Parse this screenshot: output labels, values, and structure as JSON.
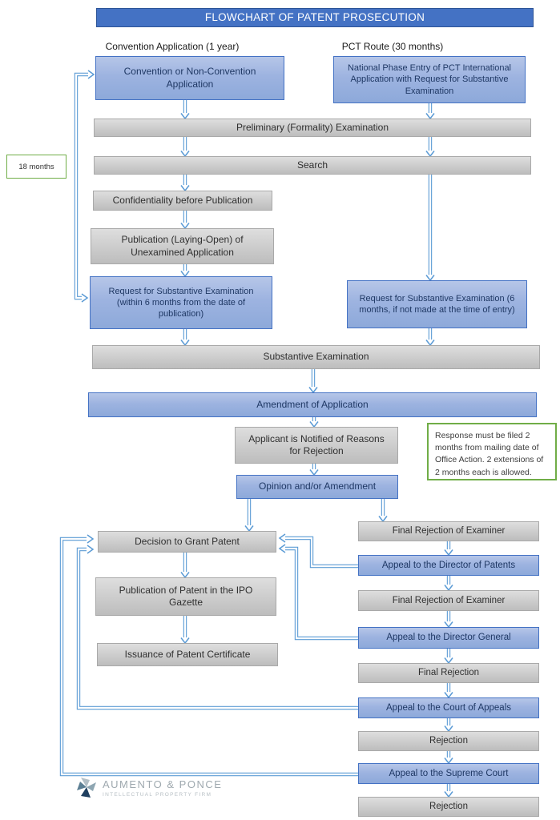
{
  "title": "FLOWCHART OF PATENT PROSECUTION",
  "lanes": {
    "left": "Convention Application (1 year)",
    "right": "PCT Route (30 months)"
  },
  "nodes": {
    "convention": "Convention or Non-Convention Application",
    "national_phase": "National Phase Entry of PCT International Application with Request for Substantive Examination",
    "preliminary": "Preliminary (Formality) Examination",
    "search": "Search",
    "confidentiality": "Confidentiality before Publication",
    "laying_open": "Publication (Laying-Open) of Unexamined Application",
    "request_left": "Request for Substantive Examination (within 6 months from the date of publication)",
    "request_right": "Request for Substantive Examination (6 months, if not made at the time of entry)",
    "substantive": "Substantive Examination",
    "amendment": "Amendment of Application",
    "notified": "Applicant is Notified of Reasons for Rejection",
    "opinion": "Opinion and/or Amendment",
    "decision": "Decision to Grant Patent",
    "ipo_gazette": "Publication of Patent in the IPO Gazette",
    "issuance": "Issuance of Patent Certificate",
    "final_rejection_examiner_1": "Final Rejection of Examiner",
    "appeal_director_patents": "Appeal to the Director of Patents",
    "final_rejection_examiner_2": "Final Rejection of Examiner",
    "appeal_director_general": "Appeal to the Director General",
    "final_rejection": "Final Rejection",
    "appeal_court_appeals": "Appeal to the Court of Appeals",
    "rejection_1": "Rejection",
    "appeal_supreme_court": "Appeal to the Supreme Court",
    "rejection_2": "Rejection"
  },
  "annotations": {
    "duration": "18 months",
    "response_note": "Response must be filed 2 months from mailing date of Office Action. 2 extensions of 2 months each is allowed."
  },
  "edges": [
    [
      "convention",
      "preliminary"
    ],
    [
      "national_phase",
      "preliminary"
    ],
    [
      "preliminary",
      "search"
    ],
    [
      "search",
      "confidentiality"
    ],
    [
      "search",
      "request_right"
    ],
    [
      "confidentiality",
      "laying_open"
    ],
    [
      "laying_open",
      "request_left"
    ],
    [
      "convention",
      "request_left"
    ],
    [
      "request_left",
      "substantive"
    ],
    [
      "request_right",
      "substantive"
    ],
    [
      "substantive",
      "amendment"
    ],
    [
      "amendment",
      "notified"
    ],
    [
      "notified",
      "opinion"
    ],
    [
      "opinion",
      "decision"
    ],
    [
      "opinion",
      "final_rejection_examiner_1"
    ],
    [
      "final_rejection_examiner_1",
      "appeal_director_patents"
    ],
    [
      "appeal_director_patents",
      "decision"
    ],
    [
      "appeal_director_patents",
      "final_rejection_examiner_2"
    ],
    [
      "final_rejection_examiner_2",
      "appeal_director_general"
    ],
    [
      "appeal_director_general",
      "decision"
    ],
    [
      "appeal_director_general",
      "final_rejection"
    ],
    [
      "final_rejection",
      "appeal_court_appeals"
    ],
    [
      "appeal_court_appeals",
      "decision"
    ],
    [
      "appeal_court_appeals",
      "rejection_1"
    ],
    [
      "rejection_1",
      "appeal_supreme_court"
    ],
    [
      "appeal_supreme_court",
      "decision"
    ],
    [
      "appeal_supreme_court",
      "rejection_2"
    ],
    [
      "decision",
      "ipo_gazette"
    ],
    [
      "ipo_gazette",
      "issuance"
    ]
  ],
  "footer": {
    "firm": "AUMENTO & PONCE",
    "tagline": "INTELLECTUAL PROPERTY FIRM"
  },
  "colors": {
    "accent_blue": "#4472C4",
    "node_blue": "#8FAADC",
    "node_gray": "#BFBFBF",
    "arrow_blue": "#5B9BD5",
    "note_green": "#70AD47"
  }
}
